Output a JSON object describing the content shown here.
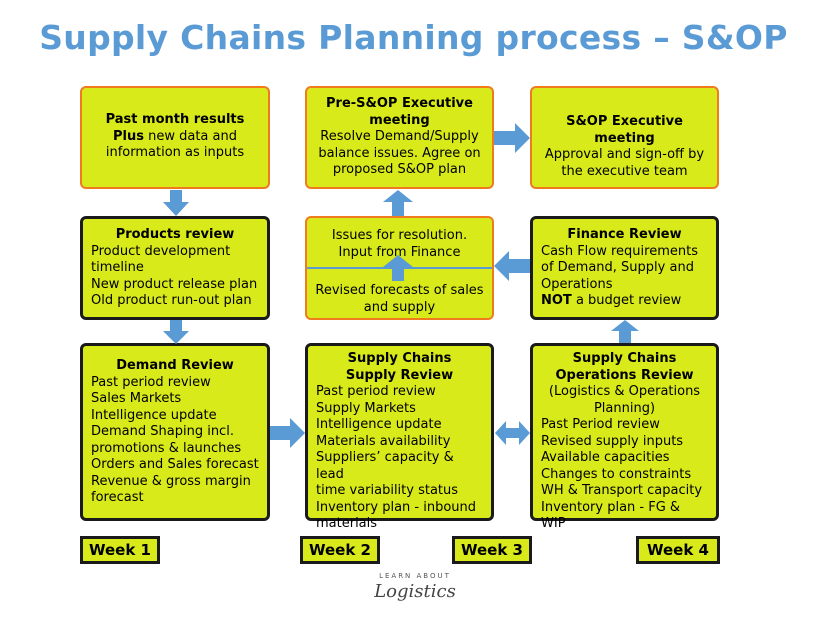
{
  "title": "Supply Chains Planning process – S&OP",
  "boxes": {
    "past_month": {
      "line1": "Past month results",
      "line2_bold": "Plus",
      "line2_rest": " new data and",
      "line3": "information as inputs"
    },
    "pre_sop": {
      "heading1": "Pre-S&OP Executive",
      "heading2": "meeting",
      "lines": [
        "Resolve Demand/Supply",
        "balance issues. Agree on",
        "proposed S&OP plan"
      ]
    },
    "sop_exec": {
      "heading": "S&OP Executive meeting",
      "lines": [
        "Approval and sign-off by",
        "the executive team"
      ]
    },
    "products_review": {
      "heading": "Products review",
      "lines": [
        "Product development",
        "timeline",
        "New product release plan",
        "Old product run-out plan"
      ]
    },
    "issues": {
      "top": [
        "Issues for resolution.",
        "Input from Finance"
      ],
      "bottom": [
        "Revised forecasts of sales",
        "and supply"
      ]
    },
    "finance_review": {
      "heading": "Finance Review",
      "lines": [
        "Cash Flow requirements",
        "of Demand, Supply and",
        "Operations"
      ],
      "last_bold": "NOT",
      "last_rest": " a budget review"
    },
    "demand_review": {
      "heading": "Demand Review",
      "lines": [
        "Past period review",
        "Sales Markets",
        "Intelligence update",
        "Demand Shaping incl.",
        "promotions & launches",
        "Orders and Sales forecast",
        "Revenue & gross margin",
        "forecast"
      ]
    },
    "supply_review": {
      "heading1": "Supply Chains",
      "heading2": "Supply Review",
      "lines": [
        "Past period review",
        "Supply Markets",
        "Intelligence update",
        "Materials availability",
        "Suppliers’ capacity & lead",
        "time variability status",
        "Inventory plan - inbound",
        "materials"
      ]
    },
    "ops_review": {
      "heading1": "Supply Chains",
      "heading2": "Operations Review",
      "sub1": "(Logistics & Operations",
      "sub2": "Planning)",
      "lines": [
        "Past Period review",
        "Revised supply inputs",
        "Available capacities",
        "Changes to constraints",
        "WH & Transport capacity",
        "Inventory plan - FG & WIP"
      ]
    }
  },
  "weeks": [
    "Week 1",
    "Week 2",
    "Week 3",
    "Week 4"
  ],
  "logo": {
    "top": "LEARN ABOUT",
    "main": "Logistics"
  },
  "colors": {
    "box_fill": "#d9ea1a",
    "orange_border": "#f07a1e",
    "arrow": "#5b9bd5",
    "title": "#5b9bd5"
  }
}
